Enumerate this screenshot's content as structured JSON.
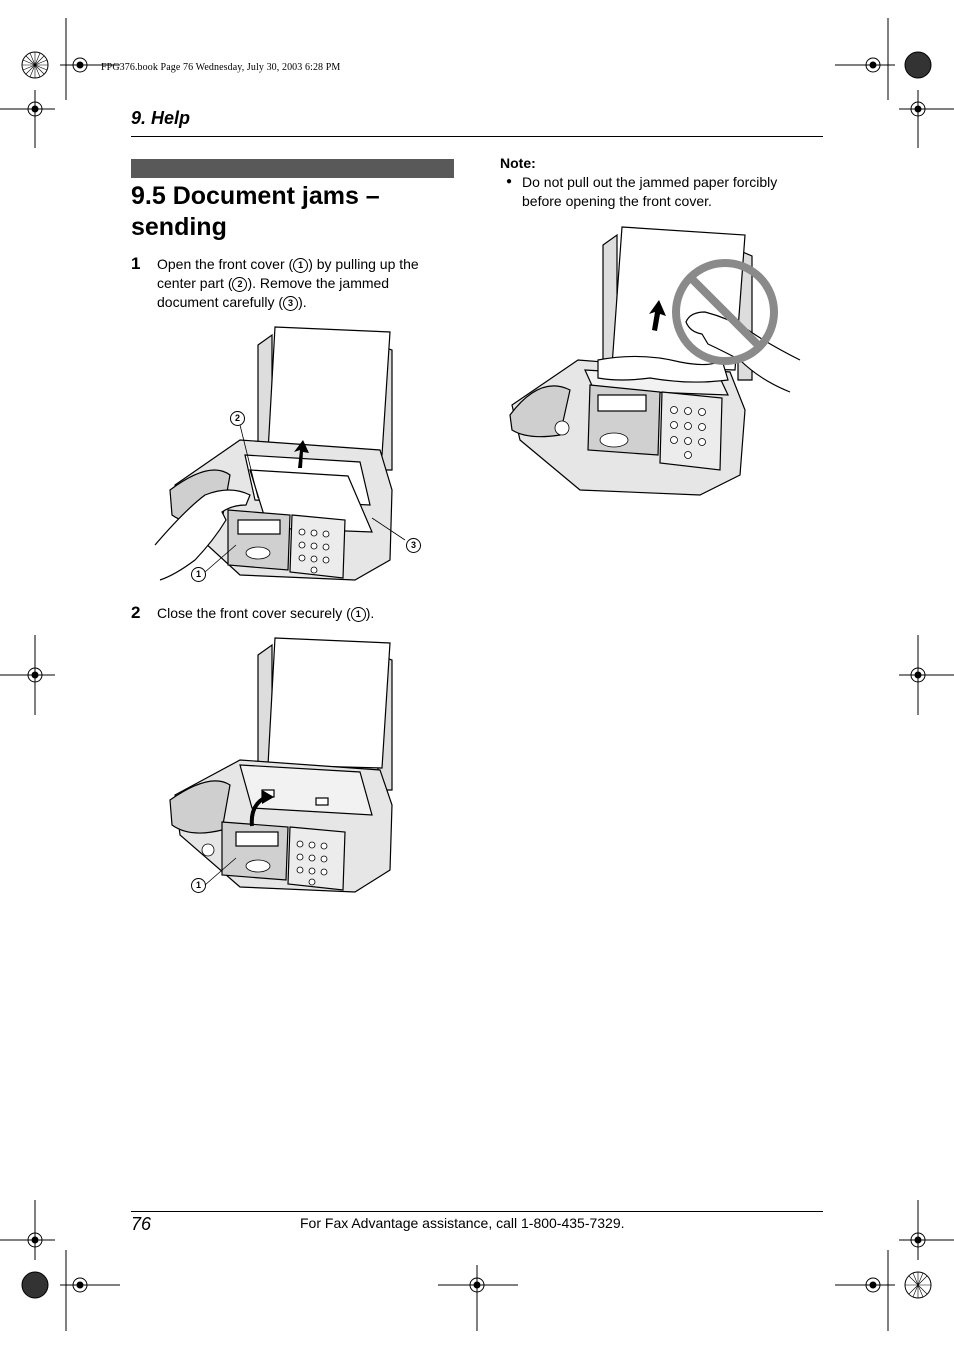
{
  "print_info": "FPG376.book  Page 76  Wednesday, July 30, 2003  6:28 PM",
  "header": {
    "section": "9. Help"
  },
  "section": {
    "title_line1": "9.5 Document jams –",
    "title_line2": "sending"
  },
  "steps": [
    {
      "number": "1",
      "lines": [
        {
          "pre": "Open the front cover (",
          "ref": "1",
          "post": ") by pulling up the"
        },
        {
          "pre": "center part (",
          "ref": "2",
          "post": "). Remove the jammed"
        },
        {
          "pre": "document carefully (",
          "ref": "3",
          "post": ")."
        }
      ],
      "callouts": [
        "2",
        "3",
        "1"
      ]
    },
    {
      "number": "2",
      "lines": [
        {
          "pre": "Close the front cover securely (",
          "ref": "1",
          "post": ")."
        }
      ],
      "callouts": [
        "1"
      ]
    }
  ],
  "note": {
    "title": "Note:",
    "bullet": "●",
    "line1": "Do not pull out the jammed paper forcibly",
    "line2": "before opening the front cover."
  },
  "footer": {
    "page_number": "76",
    "assistance": "For Fax Advantage assistance, call 1-800-435-7329."
  }
}
